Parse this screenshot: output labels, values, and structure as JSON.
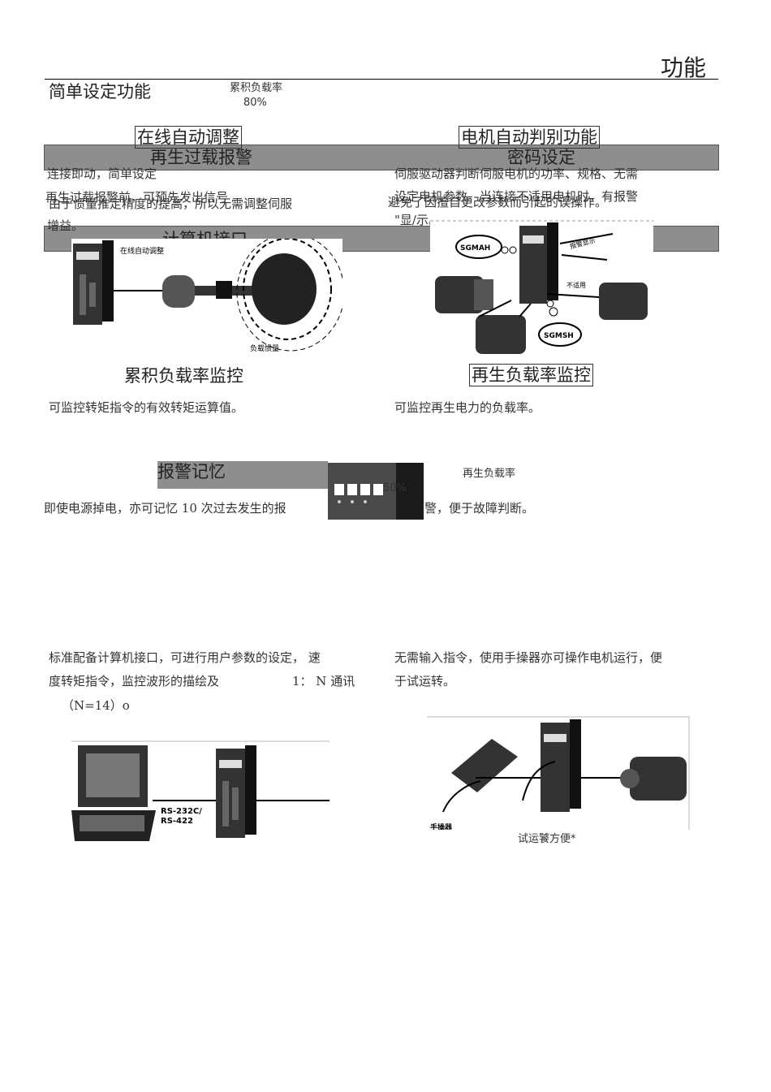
{
  "header": {
    "title": "功能"
  },
  "simple_setting": {
    "label": "简单设定功能",
    "load_label": "累积负载率",
    "load_value": "80%"
  },
  "headings": {
    "online_tuning": "在线自动调整",
    "motor_identify": "电机自动判别功能",
    "regen_overload": "再生过载报警",
    "password": "密码设定",
    "computer_if": "计算机接口",
    "cum_load_monitor": "累积负载率监控",
    "regen_load_monitor": "再生负载率监控",
    "alarm_memory": "报警记忆"
  },
  "texts": {
    "connect_start": "连接即动，简单设定",
    "regen_warn": "再生过载报警前，可预先发出信号",
    "inertia": "由于惯量推定精度的提高，所以无需调整伺服",
    "gain": "增益。",
    "servo_identify": "伺服驱动器判断伺服电机的功率、规格、无需",
    "param_set": "设定电机参数。当连接不适用电机时，有报警",
    "param_avoid": "避免了因擅自更改参数而引起的误操作。",
    "display": "\"显/示。",
    "torque_monitor": "可监控转矩指令的有效转矩运算值。",
    "regen_monitor": "可监控再生电力的负载率。",
    "alarm_mem_a": "即使电源掉电，亦可记忆 10 次过去发生的报",
    "alarm_mem_b": "警，便于故障判断。",
    "regen_load_label": "再生负载率",
    "regen_load_value": "50%",
    "pc_a": "标准配备计算机接口，可进行用户参数的设定，  速",
    "pc_b1": "度转矩指令，监控波形的描绘及",
    "pc_b2": "1：  N 通讯",
    "pc_c": "（N=14）o",
    "jog_a": "无需输入指令，使用手操器亦可操作电机运行，便",
    "jog_b": "于试运转。",
    "trial_caption": "试运饕方便*"
  },
  "figures": {
    "online": {
      "tag": "在线自动调整",
      "inertia": "负载惯量"
    },
    "motor": {
      "alarm": "报警显示",
      "not_applicable": "不适用",
      "sgmah": "SGMAH",
      "sgmsh": "SGMSH"
    },
    "pc": {
      "comm": "RS-232C/",
      "comm2": "RS-422"
    },
    "jog": {
      "pendant": "手操器"
    }
  }
}
